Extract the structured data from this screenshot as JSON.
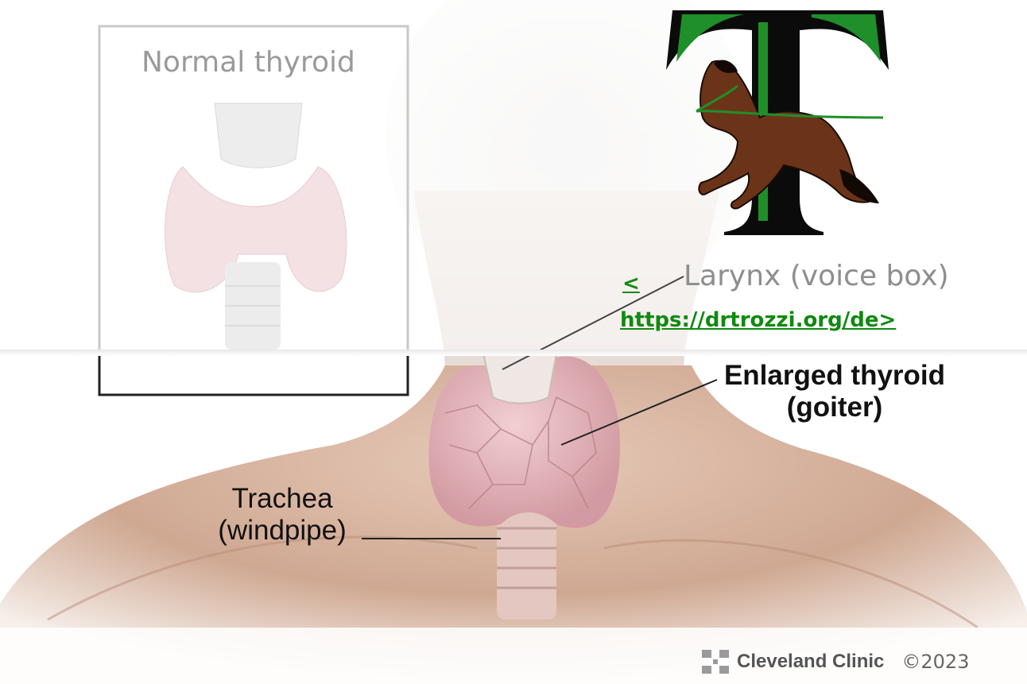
{
  "inset": {
    "title": "Normal thyroid"
  },
  "labels": {
    "larynx": "Larynx (voice box)",
    "enlarged_line1": "Enlarged thyroid",
    "enlarged_line2": "(goiter)",
    "trachea_line1": "Trachea",
    "trachea_line2": "(windpipe)"
  },
  "overlay_link": {
    "open": "<",
    "url": "https://drtrozzi.org/de>"
  },
  "footer": {
    "brand": "Cleveland Clinic",
    "copyright": "©2023"
  },
  "logo": {
    "letter": "T",
    "icon": "horse-letter-t-logo",
    "accent": "#1f8f2a"
  },
  "colors": {
    "link": "#0f8a0f",
    "thyroid": "#e9bfc4",
    "skin": "#d8b7a5"
  }
}
